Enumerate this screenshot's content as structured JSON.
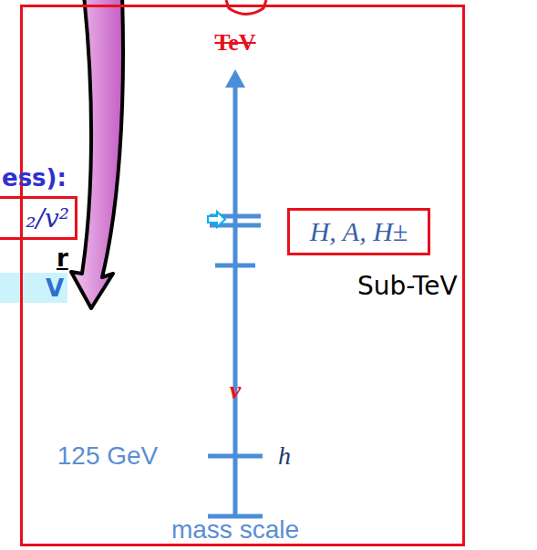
{
  "diagram": {
    "nodes": [
      {
        "text": [
          "TeV",
          "v",
          "125 GeV",
          "h",
          "mass scale"
        ]
      },
      {
        "text": [
          "H, A, H±"
        ],
        "in": 0
      },
      {
        "text": [
          "₂/v²"
        ]
      }
    ],
    "labels": [
      "ess):",
      "r",
      "V",
      "Sub-TeV"
    ]
  }
}
